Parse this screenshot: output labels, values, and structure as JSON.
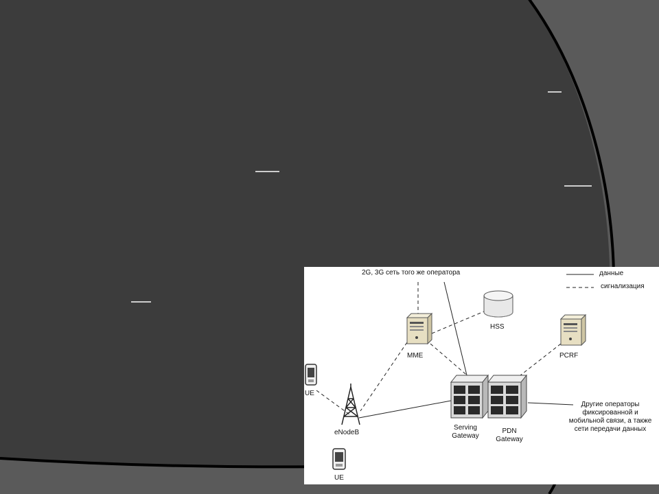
{
  "diagram": {
    "top_network_label": "2G, 3G сеть того же оператора",
    "legend": [
      {
        "label": "данные",
        "style": "solid"
      },
      {
        "label": "сигнализация",
        "style": "dashed"
      }
    ],
    "nodes": {
      "hss": "HSS",
      "mme": "MME",
      "pcrf": "PCRF",
      "ue_top": "UE",
      "ue_bottom": "UE",
      "enodeb": "eNodeB",
      "serving_gateway": [
        "Serving",
        "Gateway"
      ],
      "pdn_gateway": [
        "PDN",
        "Gateway"
      ]
    },
    "other_operators": [
      "Другие операторы",
      "фиксированной и",
      "мобильной связи, а также",
      "сети передачи данных"
    ]
  },
  "colors": {
    "slide_background": "#3c3c3c",
    "outer_background": "#5a5a5a",
    "arc_stroke": "#000000",
    "panel_background": "#ffffff"
  }
}
